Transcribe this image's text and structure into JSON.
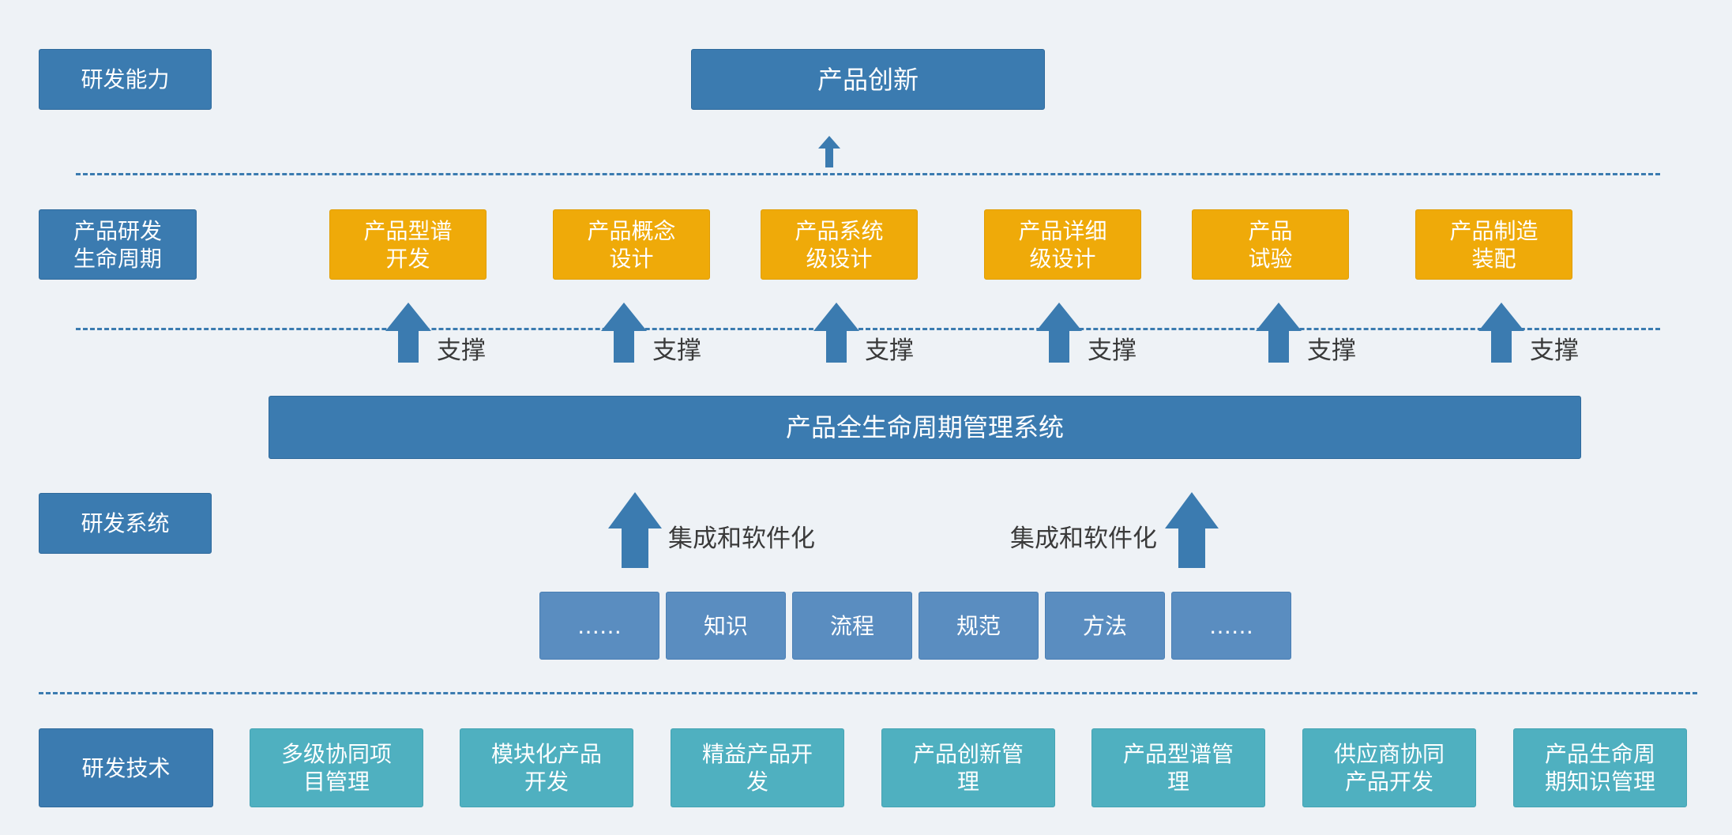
{
  "colors": {
    "background": "#eef2f6",
    "primary_blue": "#3b7bb0",
    "stage_orange": "#efaa09",
    "element_blue": "#5a8dc0",
    "tech_teal": "#4fb0c0",
    "arrow_blue": "#3b7bb0",
    "caption_text": "#3a3a3a"
  },
  "row_labels": {
    "capability": "研发能力",
    "lifecycle": "产品研发\n生命周期",
    "system": "研发系统",
    "technology": "研发技术"
  },
  "top": {
    "innovation": "产品创新"
  },
  "lifecycle_stages": [
    "产品型谱\n开发",
    "产品概念\n设计",
    "产品系统\n级设计",
    "产品详细\n级设计",
    "产品\n试验",
    "产品制造\n装配"
  ],
  "support_label": "支撑",
  "plm_system": "产品全生命周期管理系统",
  "integration_label": "集成和软件化",
  "system_elements": [
    "……",
    "知识",
    "流程",
    "规范",
    "方法",
    "……"
  ],
  "technologies": [
    "多级协同项\n目管理",
    "模块化产品\n开发",
    "精益产品开\n发",
    "产品创新管\n理",
    "产品型谱管\n理",
    "供应商协同\n产品开发",
    "产品生命周\n期知识管理"
  ],
  "icons": {
    "arrow": "up-arrow-icon"
  }
}
